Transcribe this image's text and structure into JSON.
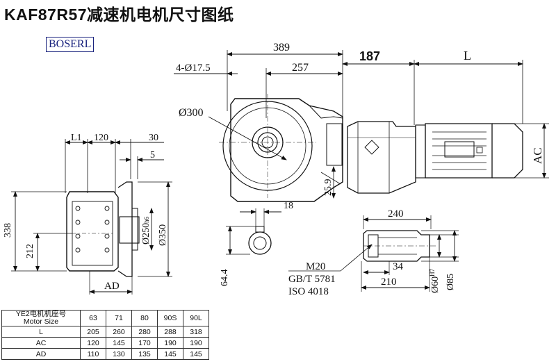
{
  "title": "KAF87R57减速机电机尺寸图纸",
  "brand": "BOSERL",
  "colors": {
    "brand": "#1a237e",
    "line": "#111111"
  },
  "dimensions": {
    "top_width": "389",
    "right_offset": "187",
    "motor_length": "L",
    "flange_holes": "4-Ø17.5",
    "flange_span": "257",
    "flange_diameter": "Ø300",
    "motor_ac": "AC",
    "side_l1": "L1",
    "side_120": "120",
    "side_30": "30",
    "side_5": "5",
    "side_height": "338",
    "side_212": "212",
    "side_ad": "AD",
    "spigot_main": "Ø250",
    "spigot_tol": "h6",
    "outer_dia": "Ø350",
    "offset_25_9": "25.9",
    "key_width": "18",
    "key_height": "64.4",
    "shaft_240": "240",
    "thread": "M20",
    "standard_1": "GB/T 5781",
    "standard_2": "ISO 4018",
    "shaft_34": "34",
    "shaft_210": "210",
    "bore_main": "Ø60",
    "bore_tol": "H7",
    "bore_outer": "Ø85"
  },
  "table": {
    "header_label": "YE2电机机座号",
    "header_label_en": "Motor Size",
    "sizes": [
      "63",
      "71",
      "80",
      "90S",
      "90L"
    ],
    "rows": [
      {
        "label": "L",
        "values": [
          "205",
          "260",
          "280",
          "288",
          "318"
        ]
      },
      {
        "label": "AC",
        "values": [
          "120",
          "145",
          "170",
          "190",
          "190"
        ]
      },
      {
        "label": "AD",
        "values": [
          "110",
          "130",
          "135",
          "145",
          "145"
        ]
      }
    ]
  }
}
